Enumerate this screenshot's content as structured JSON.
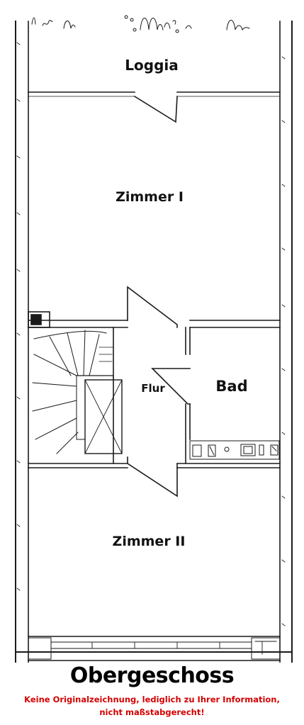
{
  "floor_title": "Obergeschoss",
  "disclaimer": {
    "line1": "Keine Originalzeichnung, lediglich zu Ihrer Information,",
    "line2": "nicht maßstabgerecht!"
  },
  "rooms": {
    "loggia": "Loggia",
    "zimmer1": "Zimmer I",
    "bad": "Bad",
    "flur": "Flur",
    "zimmer2": "Zimmer II"
  },
  "colors": {
    "line": "#1a1a1a",
    "disclaimer": "#d40000"
  }
}
